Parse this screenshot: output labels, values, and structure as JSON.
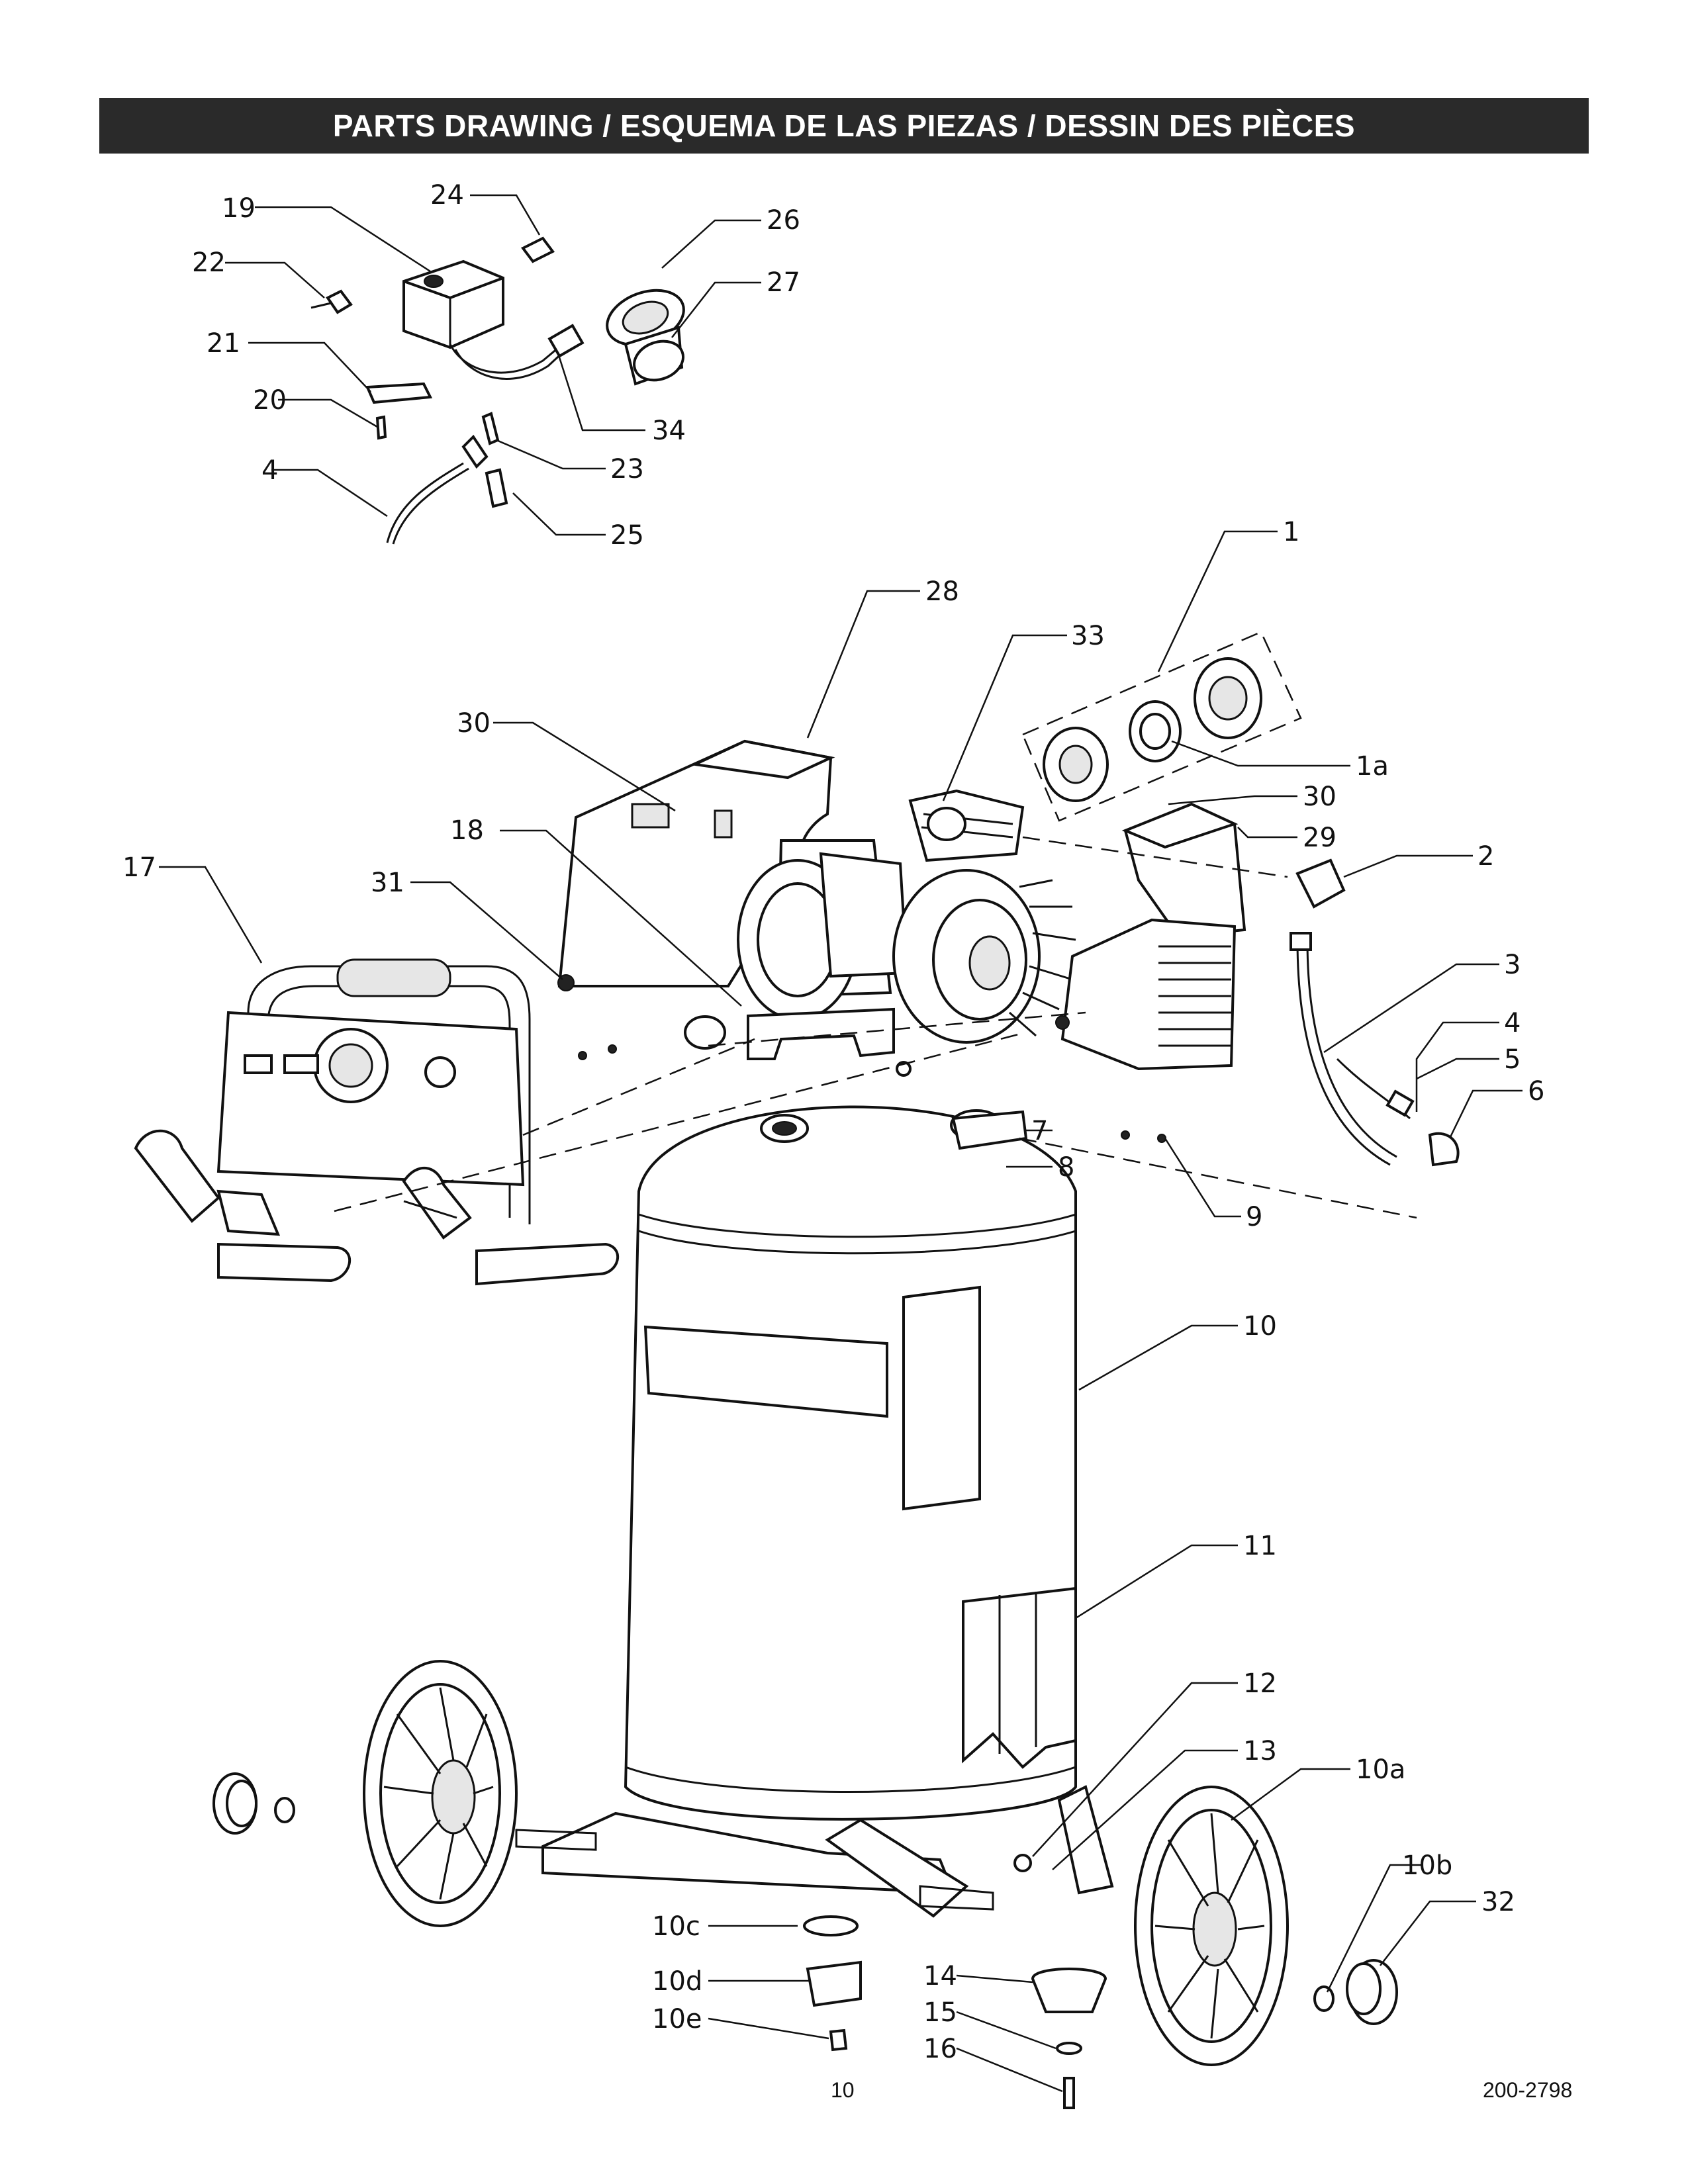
{
  "header": {
    "title": "PARTS DRAWING / ESQUEMA DE LAS PIEZAS / DESSIN DES PIÈCES"
  },
  "callouts": {
    "c1": "1",
    "c1a": "1a",
    "c2": "2",
    "c3": "3",
    "c4a": "4",
    "c4b": "4",
    "c5": "5",
    "c6": "6",
    "c7": "7",
    "c8": "8",
    "c9": "9",
    "c10": "10",
    "c10a": "10a",
    "c10b": "10b",
    "c10c": "10c",
    "c10d": "10d",
    "c10e": "10e",
    "c11": "11",
    "c12": "12",
    "c13": "13",
    "c14": "14",
    "c15": "15",
    "c16": "16",
    "c17": "17",
    "c18": "18",
    "c19": "19",
    "c20": "20",
    "c21": "21",
    "c22": "22",
    "c23": "23",
    "c24": "24",
    "c25": "25",
    "c26": "26",
    "c27": "27",
    "c28": "28",
    "c29": "29",
    "c30a": "30",
    "c30b": "30",
    "c31": "31",
    "c32": "32",
    "c33": "33",
    "c34": "34"
  },
  "footer": {
    "page_number": "10",
    "document_number": "200-2798"
  }
}
